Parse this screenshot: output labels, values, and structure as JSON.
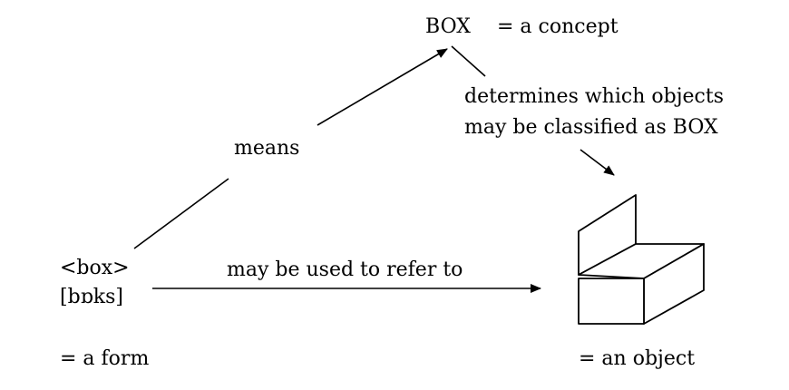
{
  "concept": {
    "word": "BOX",
    "gloss": "= a concept"
  },
  "form": {
    "spelling": "<box>",
    "pronunciation": "[bɒks]",
    "gloss": "= a form"
  },
  "object": {
    "gloss": "= an object",
    "picture": "box-icon"
  },
  "relations": {
    "means": "means",
    "refer": "may be used to refer to",
    "determines_line1": "determines which objects",
    "determines_line2": "may be classified as BOX"
  }
}
